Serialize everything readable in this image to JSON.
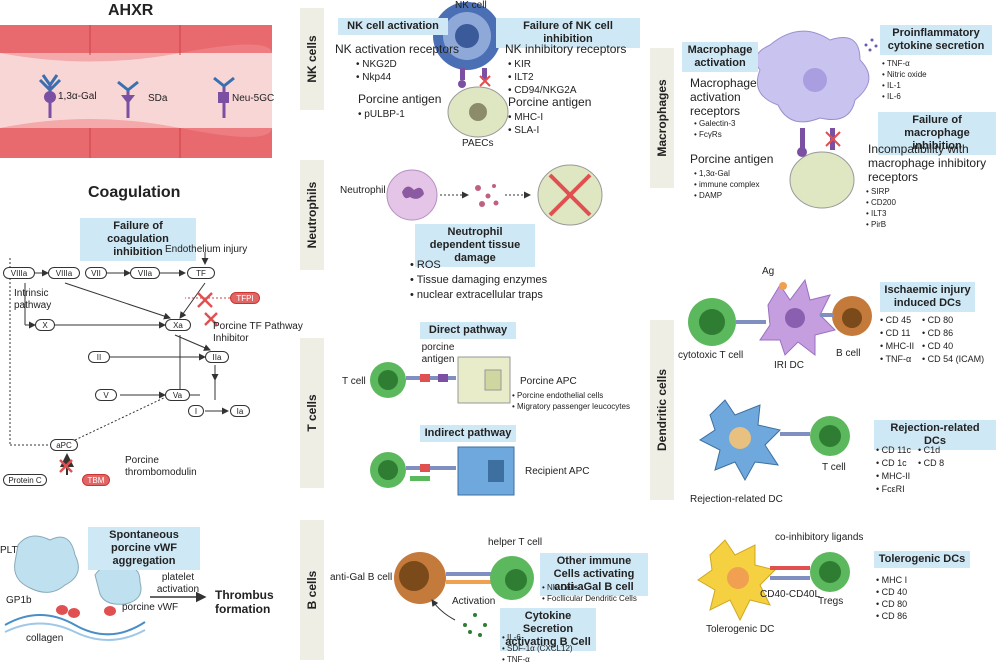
{
  "ahxr": {
    "title": "AHXR",
    "antigens": [
      "1,3α-Gal",
      "SDa",
      "Neu-5GC"
    ]
  },
  "coagulation": {
    "title": "Coagulation",
    "failure_box": "Failure of coagulation inhibition",
    "endothelium_injury": "Endothelium injury",
    "intrinsic_pathway": "Intrinsic pathway",
    "porcine_tf_inhibitor": "Porcine TF Pathway Inhibitor",
    "porcine_thrombomodulin": "Porcine thrombomodulin",
    "nodes": {
      "viiia_a": "VIIIa",
      "viiia_b": "VIIIa",
      "vii": "VII",
      "viia": "VIIa",
      "tf": "TF",
      "tfpi": "TFPI",
      "x": "X",
      "xa": "Xa",
      "ii": "II",
      "iia": "IIa",
      "v": "V",
      "va": "Va",
      "i": "I",
      "ia": "Ia",
      "apc": "aPC",
      "protein_c": "Protein C",
      "tbm": "TBM"
    }
  },
  "vwf": {
    "box": "Spontaneous porcine vWF aggregation",
    "plt": "PLT",
    "gp1b": "GP1b",
    "collagen": "collagen",
    "platelet_activation": "platelet activation",
    "porcine_vwf": "porcine vWF",
    "thrombus": "Thrombus formation"
  },
  "nk": {
    "section": "NK cells",
    "activation_box": "NK cell activation",
    "failure_box": "Failure of NK cell inhibition",
    "nk_cell": "NK cell",
    "paecs": "PAECs",
    "activation_receptors": "NK activation receptors",
    "activation_list": [
      "NKG2D",
      "Nkp44"
    ],
    "porcine_antigen_left": "Porcine antigen",
    "left_antigen_list": [
      "pULBP-1"
    ],
    "inhibitory_receptors": "NK inhibitory receptors",
    "inhibitory_list": [
      "KIR",
      "ILT2",
      "CD94/NKG2A"
    ],
    "porcine_antigen_right": "Porcine antigen",
    "right_antigen_list": [
      "MHC-I",
      "SLA-I"
    ]
  },
  "neutrophils": {
    "section": "Neutrophils",
    "neutrophil": "Neutrophil",
    "box": "Neutrophil dependent tissue damage",
    "list": [
      "ROS",
      "Tissue damaging enzymes",
      "nuclear extracellular traps"
    ]
  },
  "tcells": {
    "section": "T cells",
    "direct_box": "Direct pathway",
    "t_cell": "T cell",
    "porcine_antigen": "porcine antigen",
    "porcine_apc": "Porcine APC",
    "apc_list": [
      "Porcine endothelial cells",
      "Migratory passenger leucocytes"
    ],
    "indirect_box": "Indirect pathway",
    "recipient_apc": "Recipient APC"
  },
  "bcells": {
    "section": "B cells",
    "anti_gal": "anti-Gal B cell",
    "helper_t": "helper T cell",
    "activation": "Activation",
    "other_box": "Other immune Cells activating anti-aGal B cell",
    "other_list": [
      "NK Cells",
      "Focllicular Dendritic Cells"
    ],
    "cytokine_box": "Cytokine Secretion activating B Cell",
    "cytokine_list": [
      "IL-6",
      "SDF-1α (CXCL12)",
      "TNF-α"
    ]
  },
  "macrophages": {
    "section": "Macrophages",
    "activation_box": "Macrophage activation",
    "activation_receptors": "Macrophage activation receptors",
    "receptor_list": [
      "Galectin-3",
      "FcγRs"
    ],
    "porcine_antigen": "Porcine antigen",
    "antigen_list": [
      "1,3α-Gal",
      "immune complex",
      "DAMP"
    ],
    "cytokine_box": "Proinflammatory cytokine secretion",
    "cytokine_list": [
      "TNF-α",
      "Nitric oxide",
      "IL-1",
      "IL-6"
    ],
    "failure_box": "Failure of macrophage inhibition",
    "incompatibility": "Incompatibility with macrophage inhibitory receptors",
    "inhibitory_list": [
      "SIRP",
      "CD200",
      "ILT3",
      "PirB"
    ]
  },
  "dendritic": {
    "section": "Dendritic cells",
    "ag": "Ag",
    "cytotoxic_t": "cytotoxic T cell",
    "iri_dc": "IRI DC",
    "b_cell": "B cell",
    "ischaemic_box": "Ischaemic injury induced DCs",
    "ischaemic_col1": [
      "CD 45",
      "CD 11",
      "MHC-II",
      "TNF-α"
    ],
    "ischaemic_col2": [
      "CD 80",
      "CD 86",
      "CD 40",
      "CD 54 (ICAM)"
    ],
    "rejection_dc": "Rejection-related DC",
    "t_cell": "T cell",
    "rejection_box": "Rejection-related DCs",
    "rejection_col1": [
      "CD 11c",
      "CD 1c",
      "MHC-II",
      "FcεRI"
    ],
    "rejection_col2": [
      "C1d",
      "CD 8"
    ],
    "coinhibitory": "co-inhibitory ligands",
    "cd40": "CD40-CD40L",
    "tregs": "Tregs",
    "tolerogenic_dc": "Tolerogenic DC",
    "tolerogenic_box": "Tolerogenic DCs",
    "tolerogenic_list": [
      "MHC I",
      "CD 40",
      "CD 80",
      "CD 86"
    ]
  }
}
